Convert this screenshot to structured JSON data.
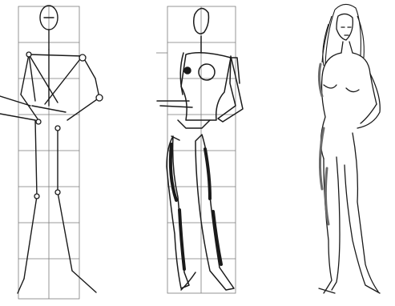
{
  "figures": [
    {
      "stage": "stick-skeleton",
      "grid_rows": 8
    },
    {
      "stage": "volume-mannequin",
      "grid_rows": 8
    },
    {
      "stage": "finished-figure",
      "grid_rows": 0
    }
  ],
  "colors": {
    "paper": "#ffffff",
    "grid": "#7a7a7a",
    "ink": "#1a1a1a",
    "shade": "#6b6b6b"
  }
}
